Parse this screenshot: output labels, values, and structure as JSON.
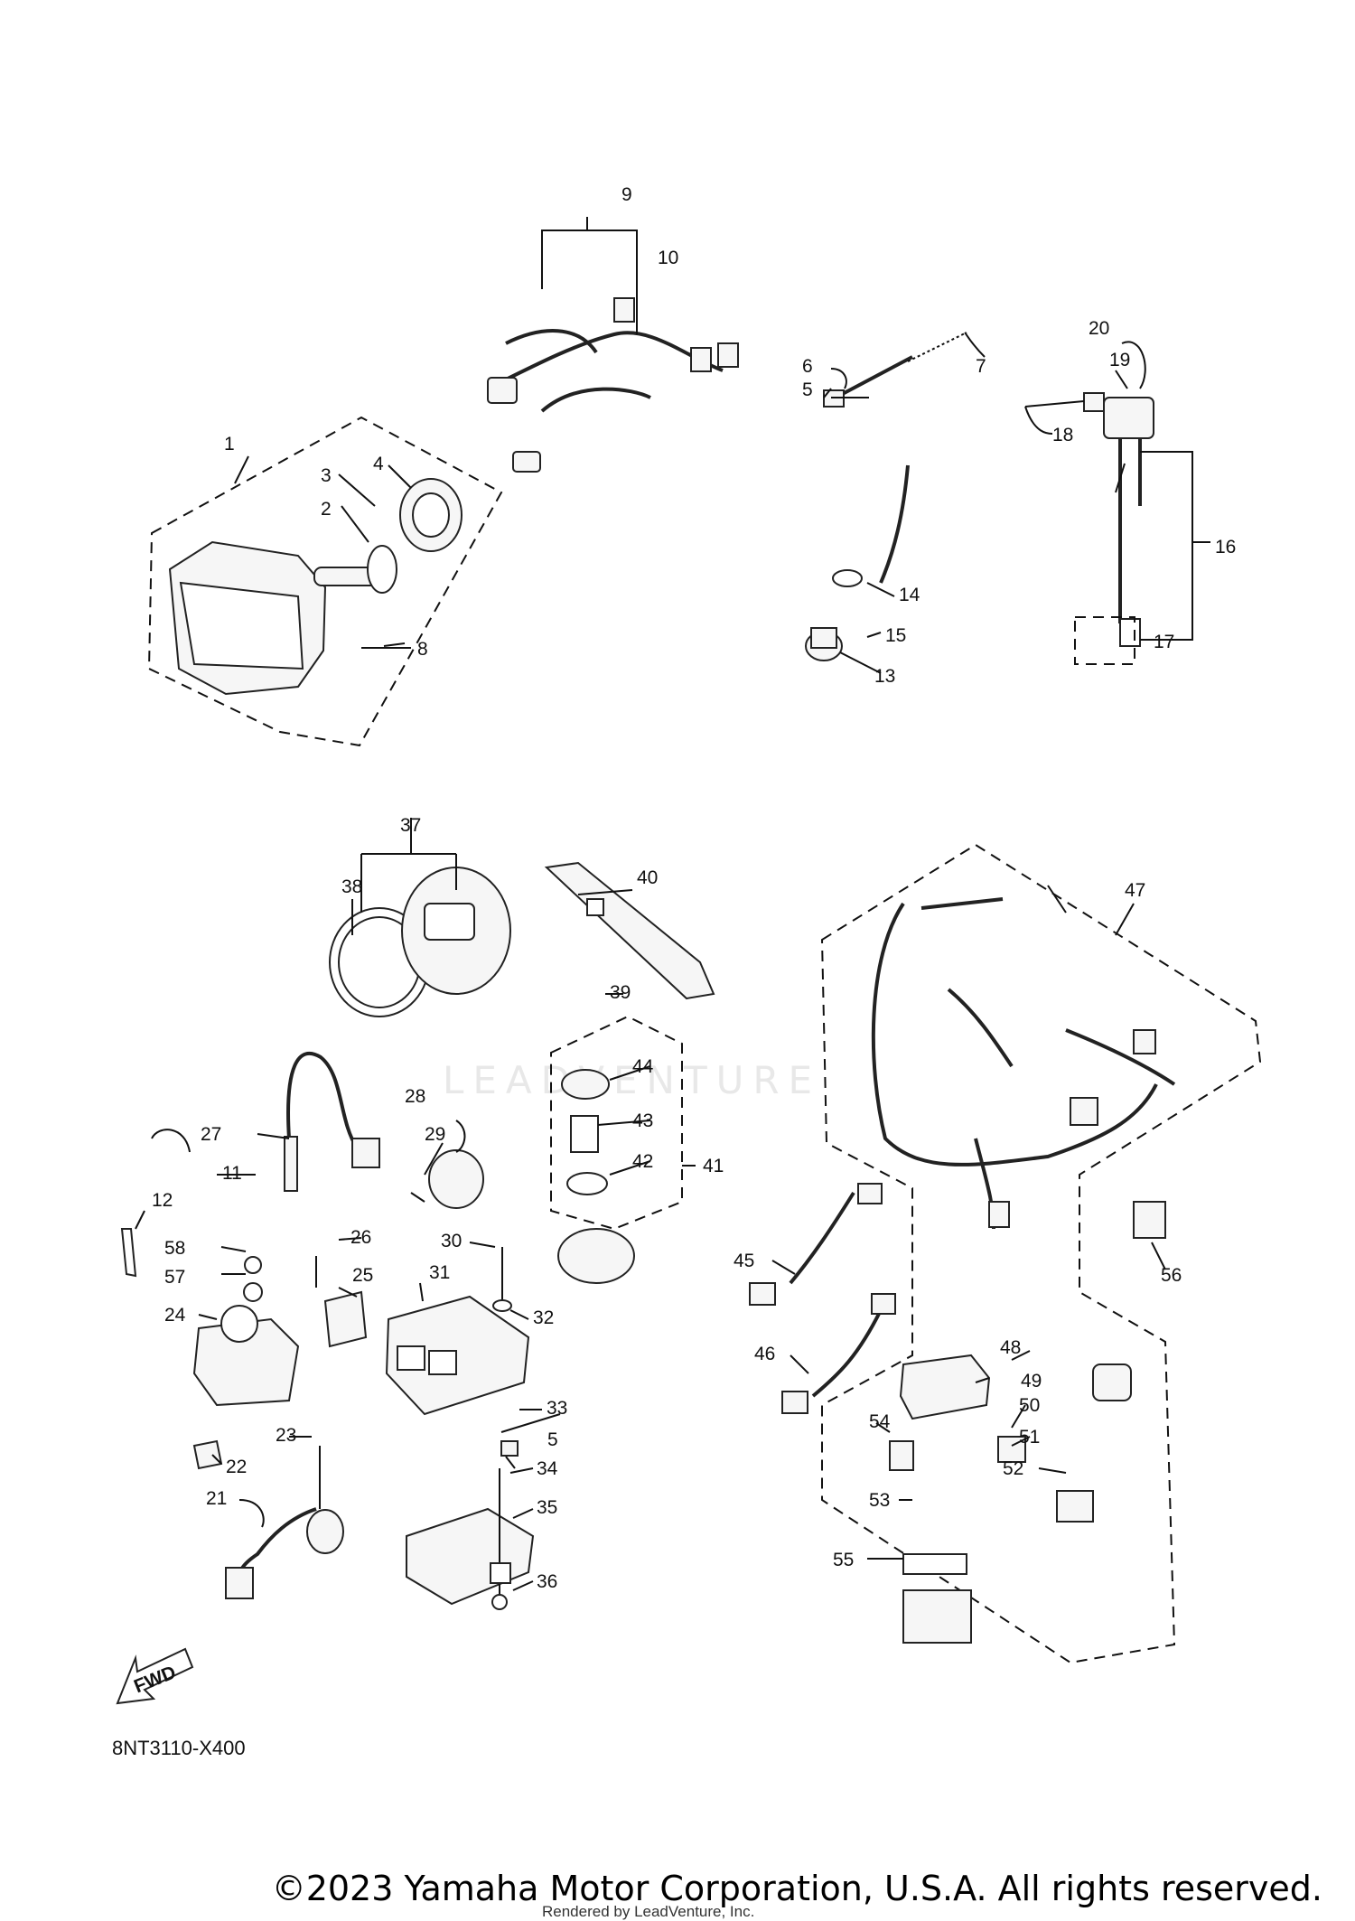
{
  "diagram": {
    "code": "8NT3110-X400",
    "fwd_label": "FWD",
    "watermark": "LEADVENTURE",
    "copyright": "©2023 Yamaha Motor Corporation, U.S.A. All rights reserved.",
    "rendered_by": "Rendered by LeadVenture, Inc.",
    "callouts": [
      {
        "id": "c1",
        "label": "1"
      },
      {
        "id": "c2",
        "label": "2"
      },
      {
        "id": "c3",
        "label": "3"
      },
      {
        "id": "c4",
        "label": "4"
      },
      {
        "id": "c5a",
        "label": "5"
      },
      {
        "id": "c5b",
        "label": "5"
      },
      {
        "id": "c6",
        "label": "6"
      },
      {
        "id": "c7",
        "label": "7"
      },
      {
        "id": "c8",
        "label": "8"
      },
      {
        "id": "c9",
        "label": "9"
      },
      {
        "id": "c10",
        "label": "10"
      },
      {
        "id": "c11",
        "label": "11"
      },
      {
        "id": "c12",
        "label": "12"
      },
      {
        "id": "c13",
        "label": "13"
      },
      {
        "id": "c14",
        "label": "14"
      },
      {
        "id": "c15",
        "label": "15"
      },
      {
        "id": "c16",
        "label": "16"
      },
      {
        "id": "c17",
        "label": "17"
      },
      {
        "id": "c18",
        "label": "18"
      },
      {
        "id": "c19",
        "label": "19"
      },
      {
        "id": "c20",
        "label": "20"
      },
      {
        "id": "c21",
        "label": "21"
      },
      {
        "id": "c22",
        "label": "22"
      },
      {
        "id": "c23",
        "label": "23"
      },
      {
        "id": "c24",
        "label": "24"
      },
      {
        "id": "c25",
        "label": "25"
      },
      {
        "id": "c26",
        "label": "26"
      },
      {
        "id": "c27",
        "label": "27"
      },
      {
        "id": "c28",
        "label": "28"
      },
      {
        "id": "c29",
        "label": "29"
      },
      {
        "id": "c30",
        "label": "30"
      },
      {
        "id": "c31",
        "label": "31"
      },
      {
        "id": "c32",
        "label": "32"
      },
      {
        "id": "c33",
        "label": "33"
      },
      {
        "id": "c34",
        "label": "34"
      },
      {
        "id": "c35",
        "label": "35"
      },
      {
        "id": "c36",
        "label": "36"
      },
      {
        "id": "c37",
        "label": "37"
      },
      {
        "id": "c38",
        "label": "38"
      },
      {
        "id": "c39",
        "label": "39"
      },
      {
        "id": "c40",
        "label": "40"
      },
      {
        "id": "c41",
        "label": "41"
      },
      {
        "id": "c42",
        "label": "42"
      },
      {
        "id": "c43",
        "label": "43"
      },
      {
        "id": "c44",
        "label": "44"
      },
      {
        "id": "c45",
        "label": "45"
      },
      {
        "id": "c46",
        "label": "46"
      },
      {
        "id": "c47",
        "label": "47"
      },
      {
        "id": "c48",
        "label": "48"
      },
      {
        "id": "c49",
        "label": "49"
      },
      {
        "id": "c50",
        "label": "50"
      },
      {
        "id": "c51",
        "label": "51"
      },
      {
        "id": "c52",
        "label": "52"
      },
      {
        "id": "c53",
        "label": "53"
      },
      {
        "id": "c54",
        "label": "54"
      },
      {
        "id": "c55",
        "label": "55"
      },
      {
        "id": "c56",
        "label": "56"
      },
      {
        "id": "c57",
        "label": "57"
      },
      {
        "id": "c58",
        "label": "58"
      }
    ]
  }
}
